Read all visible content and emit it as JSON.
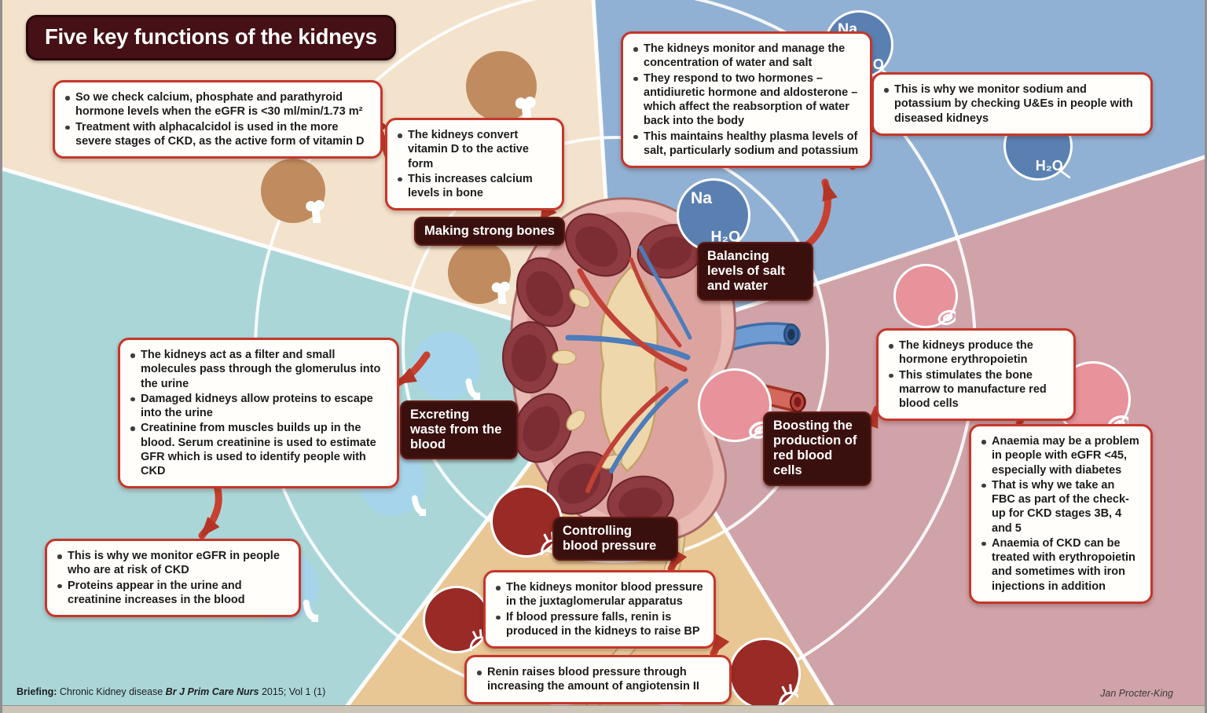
{
  "title": "Five key functions of the kidneys",
  "function_labels": {
    "bones": "Making strong bones",
    "salt_water": "Balancing levels of salt and water",
    "waste": "Excreting waste from the blood",
    "blood_pressure": "Controlling blood pressure",
    "red_cells": "Boosting the production of red blood cells"
  },
  "boxes": {
    "calcium": [
      "So we check calcium, phosphate and parathyroid hormone levels when the eGFR is <30 ml/min/1.73 m²",
      "Treatment with alphacalcidol is used in the more severe stages of CKD, as the active form of vitamin D"
    ],
    "vitamin_d": [
      "The kidneys convert vitamin D to the active form",
      "This increases calcium levels in bone"
    ],
    "water_salt": [
      "The kidneys monitor and manage the concentration of water and salt",
      "They respond to two hormones – antidiuretic hormone and aldosterone – which affect the reabsorption of water back into the body",
      "This maintains healthy plasma levels of salt, particularly sodium and potassium"
    ],
    "ues": [
      "This is why we monitor sodium and potassium by checking U&Es in people with diseased kidneys"
    ],
    "erythropoietin": [
      "The kidneys produce the hormone erythropoietin",
      "This stimulates the bone marrow to manufacture red blood cells"
    ],
    "anaemia": [
      "Anaemia may be a problem in people with eGFR <45, especially with diabetes",
      "That is why we take an FBC as part of the check-up for CKD stages 3B, 4 and 5",
      "Anaemia of CKD can be treated with erythropoietin and sometimes with iron injections in addition"
    ],
    "filter": [
      "The kidneys act as a filter and small molecules pass through the glomerulus into the urine",
      "Damaged kidneys allow proteins to escape into the urine",
      "Creatinine from muscles builds up in the blood. Serum creatinine is used to estimate GFR which is used to identify people with CKD"
    ],
    "egfr": [
      "This is why we monitor eGFR in people who are at risk of CKD",
      "Proteins appear in the urine and creatinine increases in the blood"
    ],
    "blood_pressure": [
      "The kidneys monitor blood pressure in the juxtaglomerular apparatus",
      "If blood pressure falls, renin is produced in the kidneys to raise BP"
    ],
    "renin": [
      "Renin raises blood pressure through increasing the amount of angiotensin II"
    ]
  },
  "icon_text": {
    "sodium": "Na",
    "water": "H₂O"
  },
  "footer": {
    "briefing_label": "Briefing:",
    "briefing_text": " Chronic Kidney disease ",
    "journal": "Br J Prim Care Nurs",
    "issue": " 2015; Vol 1 (1)",
    "credit": "Jan Procter-King"
  },
  "colors": {
    "wedge_peach": "#f3e2cc",
    "wedge_blue": "#91b1d4",
    "wedge_rose": "#d0a3a9",
    "wedge_tan": "#e9c795",
    "wedge_cyan": "#abd6d8",
    "label_maroon": "#3a100e",
    "box_border_red": "#c5372b",
    "arrow_red": "#c8402f",
    "bone_circle": "#c08c5f",
    "na_circle": "#5a80b2",
    "rbc_circle": "#e8929b",
    "heart_circle": "#992a26",
    "bladder_circle": "#a6d4ea"
  }
}
